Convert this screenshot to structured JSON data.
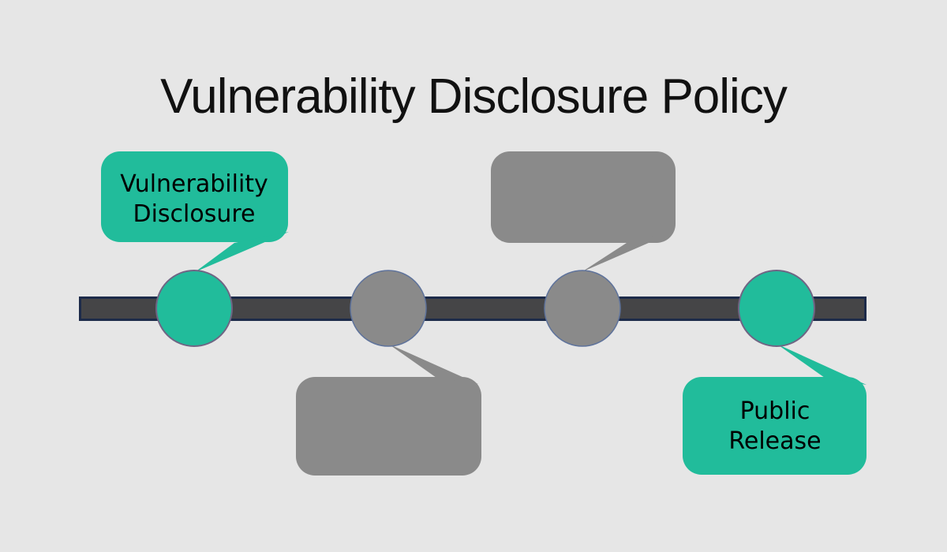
{
  "title": "Vulnerability Disclosure Policy",
  "colors": {
    "background": "#e6e6e6",
    "accent_teal": "#21bc9b",
    "neutral_gray": "#8a8a8a",
    "bar_fill": "#454547",
    "bar_border": "#1d2b4a",
    "teal_circle_outline": "#6f6584",
    "gray_circle_outline": "#5f739b",
    "text": "#000000"
  },
  "timeline": {
    "milestones": [
      {
        "id": "vulnerability-disclosure",
        "label_line1": "Vulnerability",
        "label_line2": "Disclosure",
        "highlighted": true,
        "callout_position": "above"
      },
      {
        "id": "milestone-2",
        "label_line1": "",
        "label_line2": "",
        "highlighted": false,
        "callout_position": "below"
      },
      {
        "id": "milestone-3",
        "label_line1": "",
        "label_line2": "",
        "highlighted": false,
        "callout_position": "above"
      },
      {
        "id": "public-release",
        "label_line1": "Public",
        "label_line2": "Release",
        "highlighted": true,
        "callout_position": "below"
      }
    ]
  }
}
